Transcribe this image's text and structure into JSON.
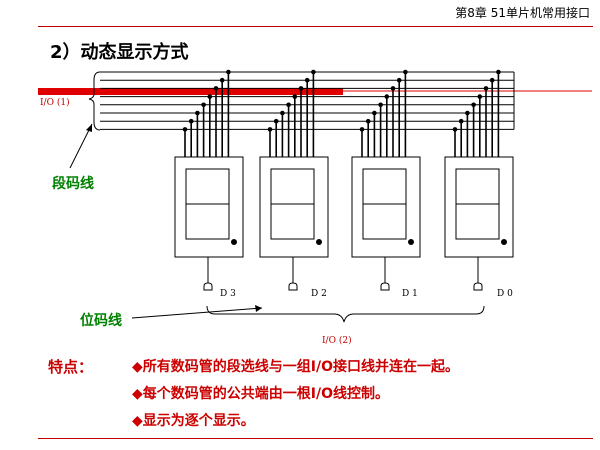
{
  "header": {
    "chapter": "第8章  51单片机常用接口"
  },
  "title": "2）动态显示方式",
  "diagram": {
    "io_top_label": "I/O (1)",
    "io_bottom_label": "I/O (2)",
    "segment_line_label": "段码线",
    "bit_line_label": "位码线",
    "digits": [
      "D 3",
      "D 2",
      "D 1",
      "D 0"
    ]
  },
  "features": {
    "heading": "特点：",
    "items": [
      "◆所有数码管的段选线与一组I/O接口线并连在一起。",
      "◆每个数码管的公共端由一根I/O线控制。",
      "◆显示为逐个显示。"
    ]
  },
  "colors": {
    "accent_red": "#cc0000",
    "label_green": "#008000",
    "highlight_bar": "#e00000"
  }
}
